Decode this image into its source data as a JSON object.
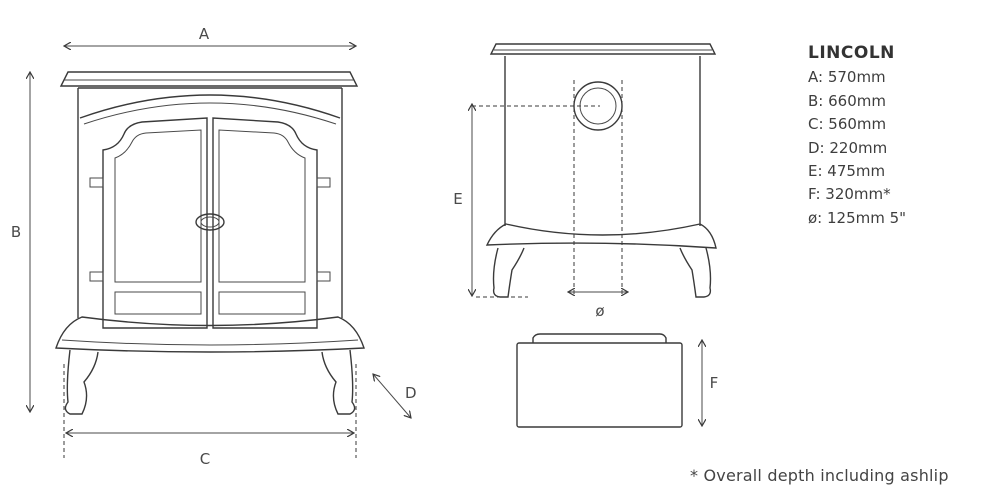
{
  "model": "LINCOLN",
  "specs": [
    "A: 570mm",
    "B: 660mm",
    "C: 560mm",
    "D: 220mm",
    "E: 475mm",
    "F: 320mm*",
    "ø: 125mm 5\""
  ],
  "labels": {
    "a": "A",
    "b": "B",
    "c": "C",
    "d": "D",
    "e": "E",
    "f": "F",
    "dia": "ø"
  },
  "footnote": "* Overall depth including ashlip"
}
